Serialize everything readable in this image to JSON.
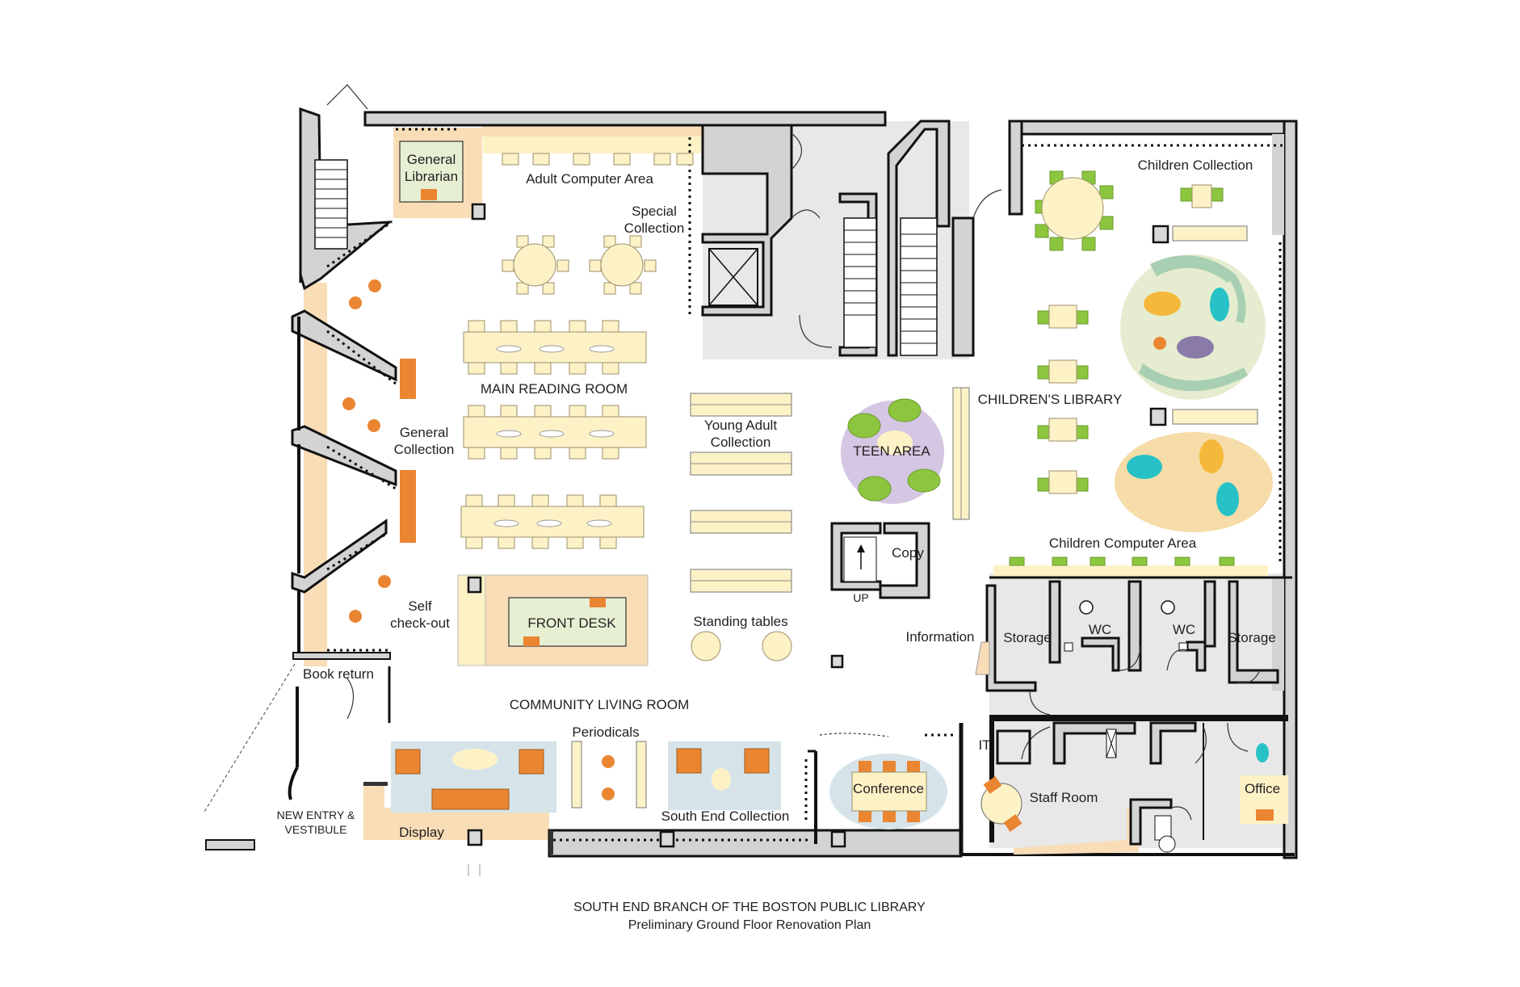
{
  "caption": {
    "line1": "SOUTH END BRANCH OF THE BOSTON PUBLIC LIBRARY",
    "line2": "Preliminary Ground Floor Renovation Plan"
  },
  "rooms": {
    "general_librarian_1": "General",
    "general_librarian_2": "Librarian",
    "adult_computer_area": "Adult Computer Area",
    "special_collection_1": "Special",
    "special_collection_2": "Collection",
    "main_reading_room": "MAIN READING ROOM",
    "young_adult_1": "Young Adult",
    "young_adult_2": "Collection",
    "general_collection_1": "General",
    "general_collection_2": "Collection",
    "teen_area": "TEEN AREA",
    "childrens_library": "CHILDREN'S  LIBRARY",
    "children_collection": "Children Collection",
    "children_computer_area": "Children Computer Area",
    "copy": "Copy",
    "up": "UP",
    "self_checkout_1": "Self",
    "self_checkout_2": "check-out",
    "front_desk": "FRONT DESK",
    "standing_tables": "Standing tables",
    "information": "Information",
    "storage_left": "Storage",
    "wc_left": "WC",
    "wc_right": "WC",
    "storage_right": "Storage",
    "book_return": "Book return",
    "community_living_room": "COMMUNITY LIVING ROOM",
    "periodicals": "Periodicals",
    "south_end_collection": "South End Collection",
    "conference": "Conference",
    "it": "IT",
    "staff_room": "Staff Room",
    "office": "Office",
    "new_entry_1": "NEW ENTRY &",
    "new_entry_2": "VESTIBULE",
    "display": "Display"
  },
  "colors": {
    "table": "#fdf2c6",
    "accent_orange": "#ea8531",
    "chair_green": "#8cc63f",
    "teen_purple": "#d5c6e3",
    "children_green": "#e5eccf",
    "children_sand": "#f5dca8",
    "lounge_blue": "#d6e4ea"
  }
}
